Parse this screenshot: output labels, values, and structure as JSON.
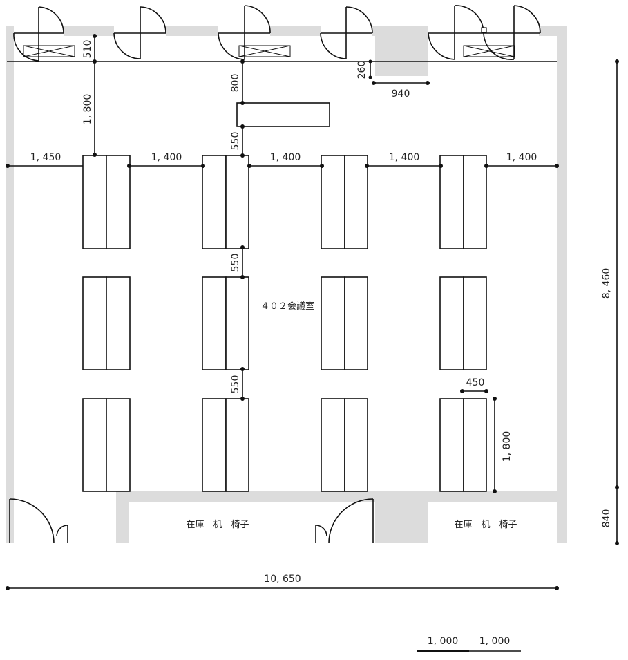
{
  "room": {
    "name": "４０２会議室"
  },
  "storage": [
    {
      "label": "在庫　机　椅子"
    },
    {
      "label": "在庫　机　椅子"
    }
  ],
  "dimensions": {
    "window_offset": "510",
    "front_gap": "1, 800",
    "board_gap": "800",
    "board_to_table": "550",
    "pillar_depth": "260",
    "pillar_width": "940",
    "aisle_left": "1, 450",
    "aisle_1": "1, 400",
    "aisle_2": "1, 400",
    "aisle_3": "1, 400",
    "aisle_right": "1, 400",
    "row_gap_1": "550",
    "row_gap_2": "550",
    "table_width": "450",
    "table_length": "1, 800",
    "room_depth": "8, 460",
    "storage_depth": "840",
    "room_width": "10, 650"
  },
  "scale": {
    "seg1": "1, 000",
    "seg2": "1, 000"
  }
}
